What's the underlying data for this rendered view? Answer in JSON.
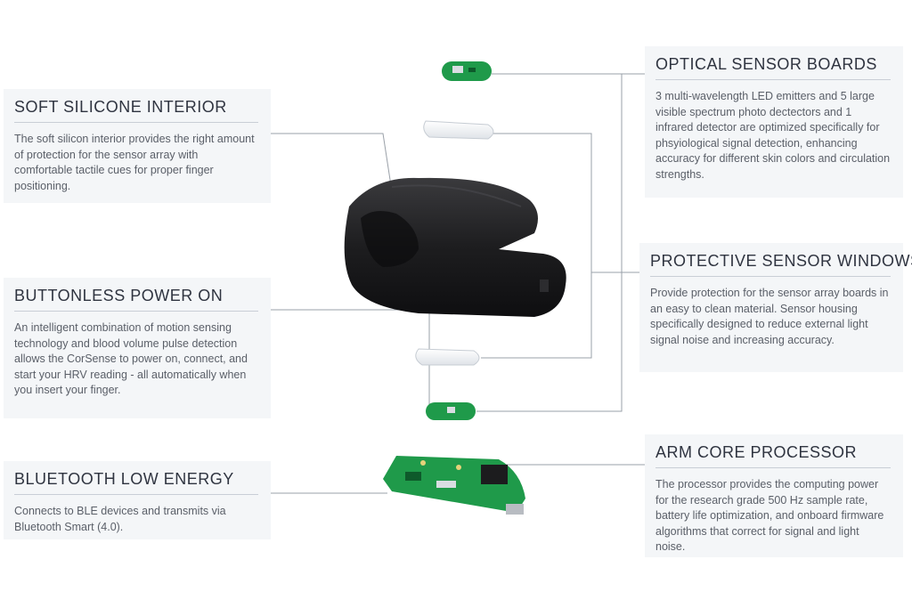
{
  "callouts": {
    "soft_silicone": {
      "title": "SOFT SILICONE INTERIOR",
      "body": "The soft silicon interior provides the right amount of protection for the sensor array with comfortable tactile cues for proper finger positioning."
    },
    "buttonless_power": {
      "title": "BUTTONLESS POWER ON",
      "body": "An intelligent combination of motion sensing technology and blood volume pulse detection allows the CorSense to power on, connect, and start your HRV reading - all automatically when you insert your finger."
    },
    "bluetooth": {
      "title": "BLUETOOTH LOW ENERGY",
      "body": "Connects to BLE devices and transmits via Bluetooth Smart (4.0)."
    },
    "optical_sensor": {
      "title": "OPTICAL SENSOR BOARDS",
      "body": "3 multi-wavelength LED emitters and 5 large visible spectrum photo dectectors and 1 infrared detector are optimized specifically for phsyiological signal detection, enhancing accuracy for different skin colors and circulation strengths."
    },
    "protective_windows": {
      "title": "PROTECTIVE SENSOR WINDOWS",
      "body": "Provide protection for the sensor array boards in an easy to clean material. Sensor housing specifically designed to reduce external light signal noise and increasing accuracy."
    },
    "arm_processor": {
      "title": "ARM CORE PROCESSOR",
      "body": "The processor provides the computing power for the research grade 500 Hz sample rate, battery life optimization, and onboard firmware algorithms that correct for signal and light noise."
    }
  },
  "colors": {
    "panel_bg": "#f4f6f8",
    "leader_line": "#9aa0a8",
    "pcb_green": "#1f9a4a",
    "housing_black": "#1a1a1c"
  }
}
